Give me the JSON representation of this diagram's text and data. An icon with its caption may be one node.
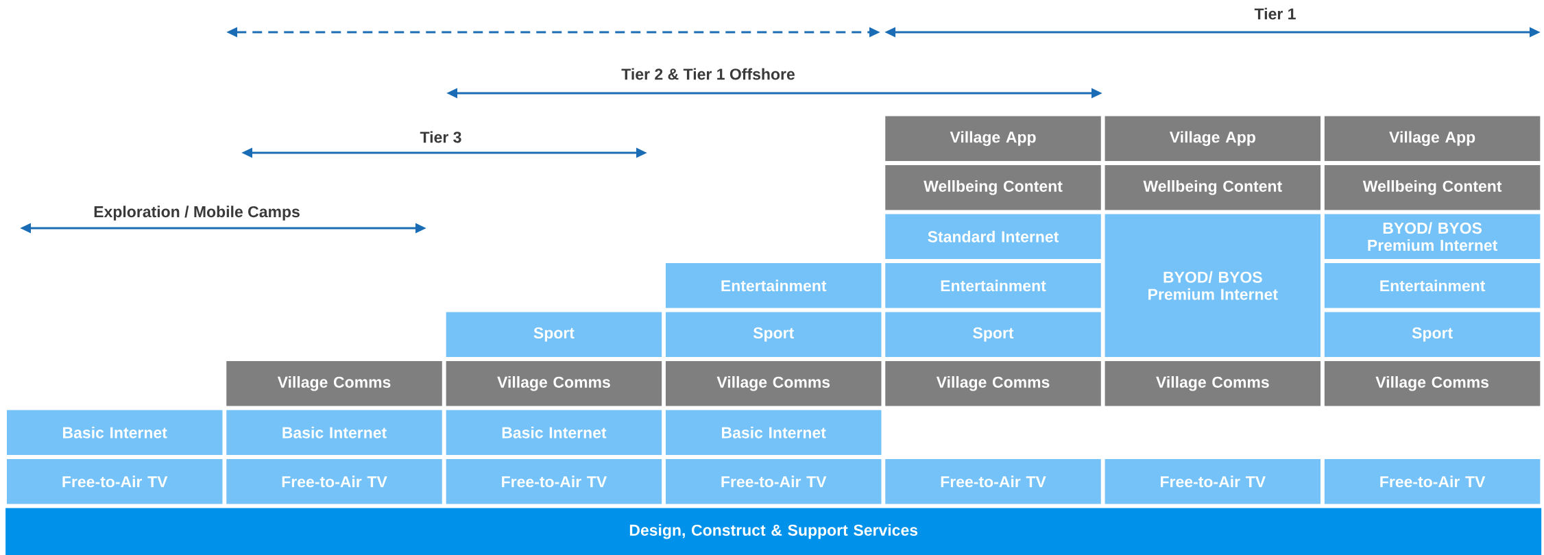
{
  "diagram": {
    "nodes": [
      {
        "text": [
          "Village App"
        ]
      },
      {
        "text": [
          "Village App"
        ]
      },
      {
        "text": [
          "Village App"
        ]
      },
      {
        "text": [
          "Wellbeing Content"
        ]
      },
      {
        "text": [
          "Wellbeing Content"
        ]
      },
      {
        "text": [
          "Wellbeing Content"
        ]
      },
      {
        "text": [
          "Standard Internet"
        ]
      },
      {
        "text": [
          "BYOD/ BYOS Premium Internet"
        ]
      },
      {
        "text": [
          "BYOD/ BYOS Premium Internet"
        ]
      },
      {
        "text": [
          "Entertainment"
        ]
      },
      {
        "text": [
          "Entertainment"
        ]
      },
      {
        "text": [
          "Entertainment"
        ]
      },
      {
        "text": [
          "Sport"
        ]
      },
      {
        "text": [
          "Sport"
        ]
      },
      {
        "text": [
          "Sport"
        ]
      },
      {
        "text": [
          "Sport"
        ]
      },
      {
        "text": [
          "Village Comms"
        ]
      },
      {
        "text": [
          "Village Comms"
        ]
      },
      {
        "text": [
          "Village Comms"
        ]
      },
      {
        "text": [
          "Village Comms"
        ]
      },
      {
        "text": [
          "Village Comms"
        ]
      },
      {
        "text": [
          "Village Comms"
        ]
      },
      {
        "text": [
          "Basic Internet"
        ]
      },
      {
        "text": [
          "Basic Internet"
        ]
      },
      {
        "text": [
          "Basic Internet"
        ]
      },
      {
        "text": [
          "Basic Internet"
        ]
      },
      {
        "text": [
          "Free-to-Air TV"
        ]
      },
      {
        "text": [
          "Free-to-Air TV"
        ]
      },
      {
        "text": [
          "Free-to-Air TV"
        ]
      },
      {
        "text": [
          "Free-to-Air TV"
        ]
      },
      {
        "text": [
          "Free-to-Air TV"
        ]
      },
      {
        "text": [
          "Free-to-Air TV"
        ]
      },
      {
        "text": [
          "Free-to-Air TV"
        ]
      },
      {
        "text": [
          "Design, Construct & Support Services"
        ]
      }
    ],
    "labels": [
      "Tier 1",
      "Tier 2 & Tier 1 Offshore",
      "Tier 3",
      "Exploration / Mobile Camps"
    ]
  }
}
